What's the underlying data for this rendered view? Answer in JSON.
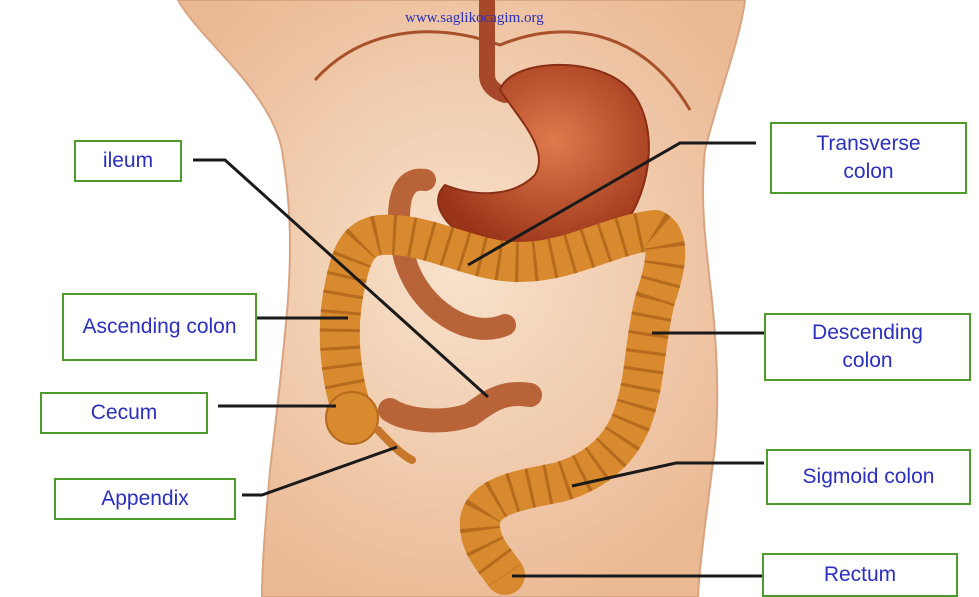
{
  "watermark": "www.saglikocagim.org",
  "colors": {
    "label_border": "#4e9a2a",
    "label_text": "#2a2fc0",
    "skin": "#f3d2b4",
    "colon": "#d98a2e",
    "stomach": "#c8502a"
  },
  "labels": {
    "ileum": "ileum",
    "ascending_colon": "Ascending colon",
    "cecum": "Cecum",
    "appendix": "Appendix",
    "transverse_colon": "Transverse colon",
    "descending_colon": "Descending colon",
    "sigmoid_colon": "Sigmoid colon",
    "rectum": "Rectum"
  }
}
